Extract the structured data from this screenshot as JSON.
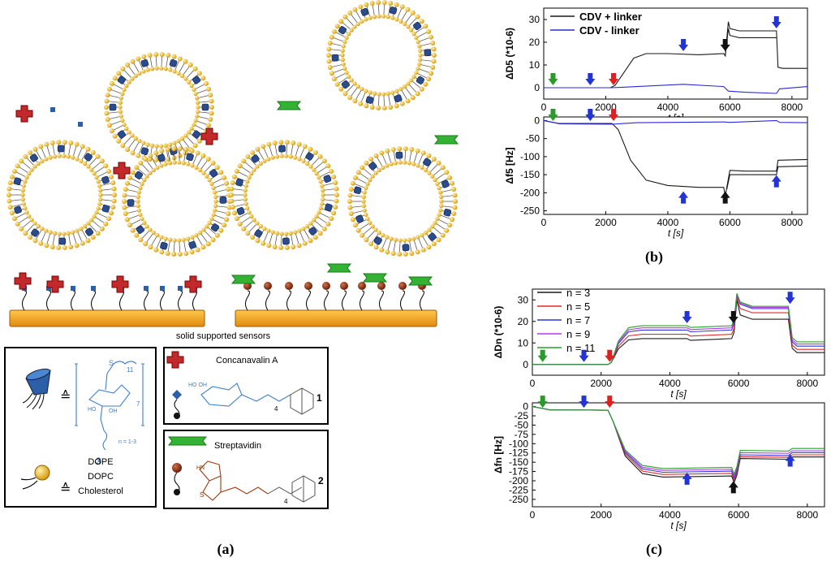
{
  "panel_labels": {
    "a": "(a)",
    "b": "(b)",
    "c": "(c)"
  },
  "panel_a": {
    "surface_caption": "solid supported sensors",
    "legend": {
      "host_formula_note": "n = 1-3",
      "host_subscript_s": "11",
      "host_subscript_7": "7",
      "host_label": "3",
      "lipids": [
        "DOPE",
        "DOPC",
        "Cholesterol"
      ],
      "protein_1": "Concanavalin A",
      "linker_1": "1",
      "linker_1_sub": "4",
      "protein_2": "Streptavidin",
      "linker_2": "2",
      "linker_2_sub": "4",
      "equiv_sign": "≙"
    }
  },
  "colors": {
    "black_line": "#1a1a1a",
    "blue_line": "#2a2ad8",
    "red": "#e22a2a",
    "blue": "#2f37d6",
    "purple": "#b43ae6",
    "green": "#27a327",
    "arrow_green": "#2a9a2a",
    "arrow_blue": "#2433d6",
    "arrow_red": "#e02020",
    "arrow_black": "#111111",
    "surface": "#f2a21a",
    "lipid_head": "#e6b220",
    "host": "#2b4c8c",
    "concanavalin": "#c2292a",
    "streptavidin": "#33b233",
    "biotin": "#8a2e12"
  },
  "chart_data": [
    {
      "id": "b_top",
      "type": "line",
      "ylabel": "ΔD5 (*10-6)",
      "xlabel": "t [s]",
      "xlim": [
        0,
        8500
      ],
      "ylim": [
        -5,
        35
      ],
      "xticks": [
        0,
        2000,
        4000,
        6000,
        8000
      ],
      "yticks": [
        0,
        10,
        20,
        30
      ],
      "legend": [
        "CDV + linker",
        "CDV - linker"
      ],
      "series": [
        {
          "name": "CDV + linker",
          "color": "#1a1a1a",
          "x": [
            0,
            2150,
            2300,
            2600,
            2900,
            3300,
            4000,
            5000,
            5800,
            5850,
            5950,
            6000,
            6300,
            7000,
            7500,
            7550,
            7700,
            8500
          ],
          "y": [
            0,
            0,
            1,
            7,
            13,
            15,
            15,
            14.5,
            15,
            14,
            29,
            26,
            25,
            25,
            25,
            9,
            8.5,
            8.5
          ]
        },
        {
          "name": "CDV + linker",
          "color": "#1a1a1a",
          "x": [
            5850,
            5950,
            6000,
            6300,
            7000,
            7500
          ],
          "y": [
            14,
            26,
            23,
            22,
            22,
            22
          ]
        },
        {
          "name": "CDV - linker",
          "color": "#2a2ad8",
          "x": [
            0,
            2200,
            3000,
            4500,
            5800,
            5950,
            6500,
            7500,
            7600,
            8500
          ],
          "y": [
            0,
            0,
            0.5,
            1.5,
            0.5,
            -1.5,
            -2,
            -2.5,
            -0.5,
            0.5
          ]
        }
      ],
      "arrows": [
        {
          "x": 300,
          "color": "green"
        },
        {
          "x": 1500,
          "color": "blue"
        },
        {
          "x": 2250,
          "color": "red"
        },
        {
          "x": 4500,
          "color": "blue"
        },
        {
          "x": 5850,
          "color": "black"
        },
        {
          "x": 7500,
          "color": "blue"
        }
      ]
    },
    {
      "id": "b_bottom",
      "type": "line",
      "ylabel": "Δf5 [Hz]",
      "xlabel": "t [s]",
      "xlim": [
        0,
        8500
      ],
      "ylim": [
        -260,
        10
      ],
      "xticks": [
        0,
        2000,
        4000,
        6000,
        8000
      ],
      "yticks": [
        0,
        -50,
        -100,
        -150,
        -200,
        -250
      ],
      "series": [
        {
          "name": "CDV + linker",
          "color": "#1a1a1a",
          "x": [
            0,
            300,
            500,
            2200,
            2400,
            2800,
            3300,
            4000,
            5000,
            5800,
            5850,
            5900,
            6000,
            6500,
            7500,
            7550,
            8500
          ],
          "y": [
            0,
            -5,
            -8,
            -8,
            -25,
            -110,
            -165,
            -180,
            -185,
            -185,
            -210,
            -185,
            -138,
            -140,
            -140,
            -110,
            -108
          ]
        },
        {
          "name": "CDV + linker",
          "color": "#1a1a1a",
          "x": [
            5900,
            6000,
            6500,
            7500,
            7550,
            8500
          ],
          "y": [
            -190,
            -150,
            -150,
            -150,
            -128,
            -126
          ]
        },
        {
          "name": "CDV - linker",
          "color": "#2a2ad8",
          "x": [
            0,
            300,
            500,
            2200,
            3000,
            5800,
            6000,
            7500,
            7600,
            8500
          ],
          "y": [
            0,
            -5,
            -9,
            -10,
            -6,
            -4,
            -5,
            0,
            -5,
            -6
          ]
        }
      ],
      "arrows": [
        {
          "x": 300,
          "color": "green"
        },
        {
          "x": 1500,
          "color": "blue"
        },
        {
          "x": 2250,
          "color": "red"
        },
        {
          "x": 4500,
          "color": "blue"
        },
        {
          "x": 5850,
          "color": "black"
        },
        {
          "x": 7500,
          "color": "blue"
        }
      ]
    },
    {
      "id": "c_top",
      "type": "line",
      "ylabel": "ΔDn (*10-6)",
      "xlabel": "t [s]",
      "xlim": [
        0,
        8500
      ],
      "ylim": [
        -5,
        35
      ],
      "xticks": [
        0,
        2000,
        4000,
        6000,
        8000
      ],
      "yticks": [
        0,
        10,
        20,
        30
      ],
      "legend": [
        "n = 3",
        "n = 5",
        "n = 7",
        "n = 9",
        "n = 11"
      ],
      "series": [
        {
          "name": "n = 3",
          "color": "#1a1a1a",
          "plateau": 12,
          "peak": 30,
          "step": 21,
          "end": 5.5
        },
        {
          "name": "n = 5",
          "color": "#e22a2a",
          "plateau": 14,
          "peak": 31,
          "step": 24,
          "end": 7
        },
        {
          "name": "n = 7",
          "color": "#2f37d6",
          "plateau": 16,
          "peak": 32,
          "step": 26,
          "end": 8.5
        },
        {
          "name": "n = 9",
          "color": "#b43ae6",
          "plateau": 17,
          "peak": 32.5,
          "step": 26.5,
          "end": 9.5
        },
        {
          "name": "n = 11",
          "color": "#27a327",
          "plateau": 18,
          "peak": 33,
          "step": 27,
          "end": 10.5
        }
      ],
      "arrows": [
        {
          "x": 300,
          "color": "green"
        },
        {
          "x": 1500,
          "color": "blue"
        },
        {
          "x": 2250,
          "color": "red"
        },
        {
          "x": 4500,
          "color": "blue"
        },
        {
          "x": 5850,
          "color": "black"
        },
        {
          "x": 7500,
          "color": "blue"
        }
      ]
    },
    {
      "id": "c_bottom",
      "type": "line",
      "ylabel": "Δfn [Hz]",
      "xlabel": "t [s]",
      "xlim": [
        0,
        8500
      ],
      "ylim": [
        -270,
        10
      ],
      "xticks": [
        0,
        2000,
        4000,
        6000,
        8000
      ],
      "yticks": [
        0,
        -25,
        -50,
        -75,
        -100,
        -125,
        -150,
        -175,
        -200,
        -225,
        -250
      ],
      "series": [
        {
          "name": "n = 3",
          "color": "#1a1a1a",
          "plateau": -190,
          "dip": -205,
          "step": -140,
          "end": -136
        },
        {
          "name": "n = 5",
          "color": "#e22a2a",
          "plateau": -183,
          "dip": -198,
          "step": -135,
          "end": -130
        },
        {
          "name": "n = 7",
          "color": "#2f37d6",
          "plateau": -177,
          "dip": -192,
          "step": -130,
          "end": -124
        },
        {
          "name": "n = 9",
          "color": "#b43ae6",
          "plateau": -172,
          "dip": -187,
          "step": -124,
          "end": -119
        },
        {
          "name": "n = 11",
          "color": "#27a327",
          "plateau": -167,
          "dip": -182,
          "step": -118,
          "end": -113
        }
      ],
      "arrows": [
        {
          "x": 300,
          "color": "green"
        },
        {
          "x": 1500,
          "color": "blue"
        },
        {
          "x": 2250,
          "color": "red"
        },
        {
          "x": 4500,
          "color": "blue"
        },
        {
          "x": 5850,
          "color": "black"
        },
        {
          "x": 7500,
          "color": "blue"
        }
      ]
    }
  ]
}
